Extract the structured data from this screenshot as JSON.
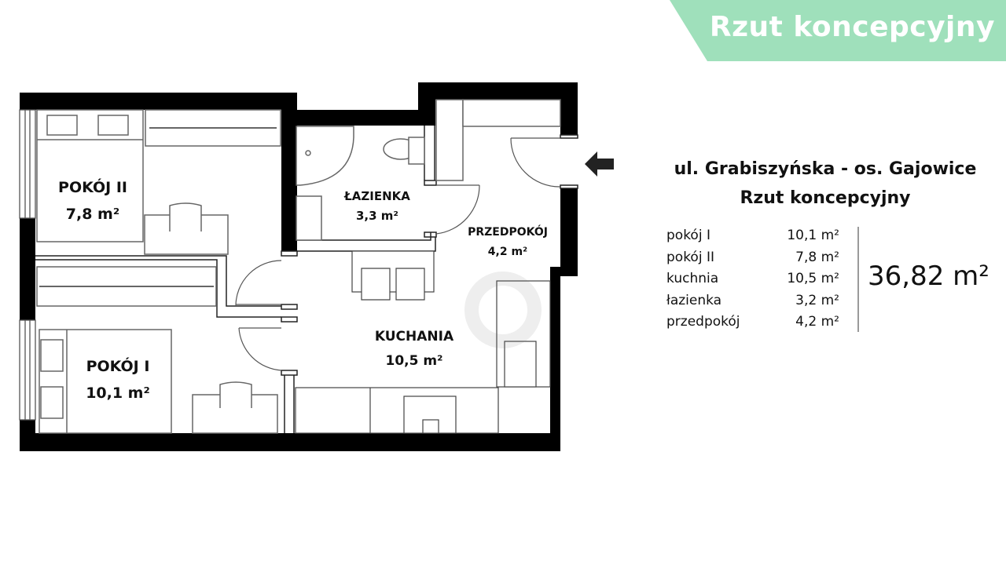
{
  "banner": {
    "title": "Rzut koncepcyjny",
    "color": "#9fe0bb"
  },
  "info": {
    "address": "ul. Grabiszyńska - os. Gajowice",
    "subtitle": "Rzut koncepcyjny",
    "rooms": [
      {
        "name": "pokój I",
        "area": "10,1 m²"
      },
      {
        "name": "pokój II",
        "area": "7,8 m²"
      },
      {
        "name": "kuchnia",
        "area": "10,5 m²"
      },
      {
        "name": "łazienka",
        "area": "3,2 m²"
      },
      {
        "name": "przedpokój",
        "area": "4,2 m²"
      }
    ],
    "total_area": "36,82 m²"
  },
  "plan": {
    "rooms": {
      "pokoj2": {
        "name": "POKÓJ II",
        "area": "7,8 m²"
      },
      "pokoj1": {
        "name": "POKÓJ I",
        "area": "10,1 m²"
      },
      "lazienka": {
        "name": "ŁAZIENKA",
        "area": "3,3 m²"
      },
      "przedpokoj": {
        "name": "PRZEDPOKÓJ",
        "area": "4,2 m²"
      },
      "kuchnia": {
        "name": "KUCHANIA",
        "area": "10,5 m²"
      }
    },
    "entrance_icon": "arrow-left-icon",
    "wall_color": "#000000",
    "furniture_color": "#555555"
  }
}
